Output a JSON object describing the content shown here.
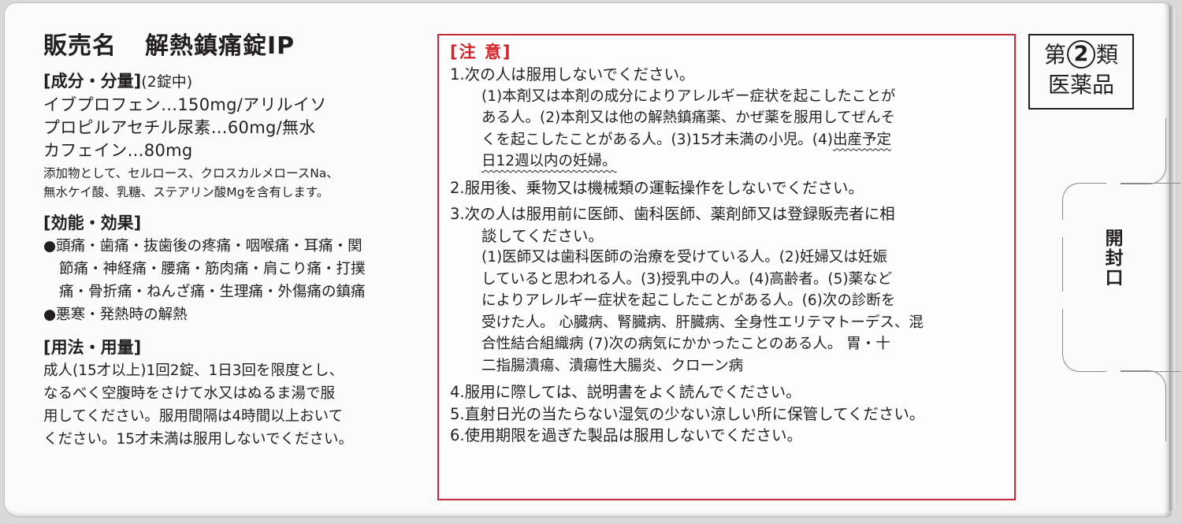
{
  "product": {
    "label": "販売名",
    "name": "解熱鎮痛錠IP"
  },
  "ingredients": {
    "heading": "[成分・分量]",
    "per": "(2錠中)",
    "lines": [
      "イブプロフェン…150mg/アリルイソ",
      "プロピルアセチル尿素…60mg/無水",
      "カフェイン…80mg"
    ],
    "additives": [
      "添加物として、セルロース、クロスカルメロースNa、",
      "無水ケイ酸、乳糖、ステアリン酸Mgを含有します。"
    ]
  },
  "efficacy": {
    "heading": "[効能・効果]",
    "items": [
      {
        "bullet": "●",
        "lines": [
          "頭痛・歯痛・抜歯後の疼痛・咽喉痛・耳痛・関",
          "節痛・神経痛・腰痛・筋肉痛・肩こり痛・打撲",
          "痛・骨折痛・ねんざ痛・生理痛・外傷痛の鎮痛"
        ]
      },
      {
        "bullet": "●",
        "lines": [
          "悪寒・発熱時の解熱"
        ]
      }
    ]
  },
  "dosage": {
    "heading": "[用法・用量]",
    "lines": [
      "成人(15才以上)1回2錠、1日3回を限度とし、",
      "なるべく空腹時をさけて水又はぬるま湯で服",
      "用してください。服用間隔は4時間以上おいて",
      "ください。15才未満は服用しないでください。"
    ]
  },
  "caution": {
    "heading": "[注 意]",
    "accent_color": "#d2232a",
    "border_color": "#c02a3a",
    "item1": {
      "title": "1.次の人は服用しないでください。",
      "lines": [
        "(1)本剤又は本剤の成分によりアレルギー症状を起こしたことが",
        "ある人。(2)本剤又は他の解熱鎮痛薬、かぜ薬を服用してぜんそ",
        "くを起こしたことがある人。(3)15才未満の小児。(4)"
      ],
      "underlined_a": "出産予定",
      "underlined_b": "日12週以内の妊婦。"
    },
    "item2": "2.服用後、乗物又は機械類の運転操作をしないでください。",
    "item3": {
      "title_lines": [
        "3.次の人は服用前に医師、歯科医師、薬剤師又は登録販売者に相",
        "談してください。"
      ],
      "lines": [
        "(1)医師又は歯科医師の治療を受けている人。(2)妊婦又は妊娠",
        "していると思われる人。(3)授乳中の人。(4)高齢者。(5)薬など",
        "によりアレルギー症状を起こしたことがある人。(6)次の診断を",
        "受けた人。 心臓病、腎臓病、肝臓病、全身性エリテマトーデス、混",
        "合性結合組織病 (7)次の病気にかかったことのある人。 胃・十",
        "二指腸潰瘍、潰瘍性大腸炎、クローン病"
      ]
    },
    "item4": "4.服用に際しては、説明書をよく読んでください。",
    "item5": "5.直射日光の当たらない湿気の少ない涼しい所に保管してください。",
    "item6": "6.使用期限を過ぎた製品は服用しないでください。"
  },
  "classification": {
    "prefix": "第",
    "number": "2",
    "suffix": "類",
    "line2": "医薬品"
  },
  "opening_tab": {
    "label": "開封口"
  }
}
